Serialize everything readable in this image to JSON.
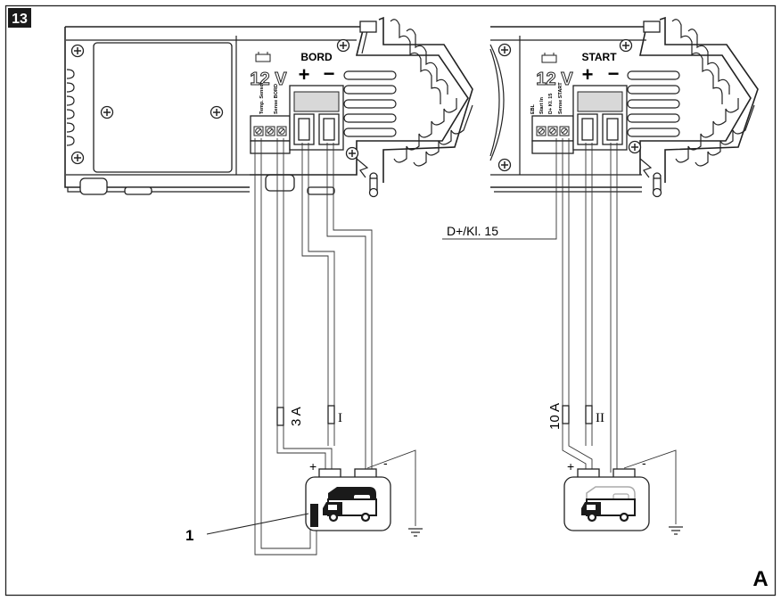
{
  "figure": {
    "number": "13",
    "corner_letter": "A",
    "callout": "1"
  },
  "left_unit": {
    "voltage": "12 V",
    "terminal_name": "BORD",
    "plus": "+",
    "minus": "−",
    "small_labels": [
      "Temp. Sensor",
      "Sense BORD"
    ],
    "fuses": [
      "3 A",
      "I"
    ],
    "battery_plus": "+",
    "battery_minus": "-",
    "battery_icon": "camper-truck-icon",
    "sensor_icon": "temperature-sensor-icon"
  },
  "right_unit": {
    "voltage": "12 V",
    "terminal_name": "START",
    "plus": "+",
    "minus": "−",
    "small_labels": [
      "EBL",
      "Start In",
      "D+ Kl. 15",
      "Sense START"
    ],
    "signal_label": "D+/Kl. 15",
    "fuses": [
      "10 A",
      "II"
    ],
    "battery_plus": "+",
    "battery_minus": "-",
    "battery_icon": "camper-truck-outline-icon"
  },
  "colors": {
    "line": "#222222",
    "fill": "#ffffff",
    "accent_dark": "#1a1a1a"
  }
}
